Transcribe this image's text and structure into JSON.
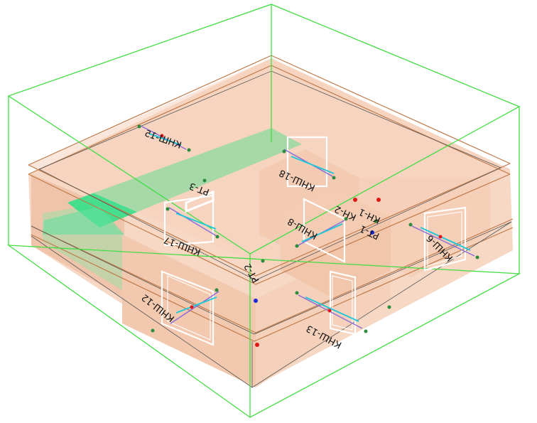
{
  "colors": {
    "bbox": "#44dd44",
    "slab_fill": "#f5cdb5",
    "slab_edge": "#c07a4a",
    "highlight": "#33e08a",
    "opening": "#ffffff",
    "arrow_cyan": "#22c8d8",
    "arrow_purple": "#8a6ad8",
    "dot_green": "#2e8b3e",
    "dot_red": "#e01818",
    "dot_blue": "#1a2ad8"
  },
  "labels": {
    "knsh15": "КНШ-15",
    "knsh18": "КНШ-18",
    "knsh17": "КНШ-17",
    "knsh8": "КНШ-8",
    "knsh6": "КНШ-6",
    "knsh12": "КНШ-12",
    "knsh13": "КНШ-13",
    "kn2": "КН-2",
    "kn1": "КН-1",
    "rt1": "РТ-1",
    "rt2": "РТ-2",
    "rt3": "РТ-3"
  }
}
